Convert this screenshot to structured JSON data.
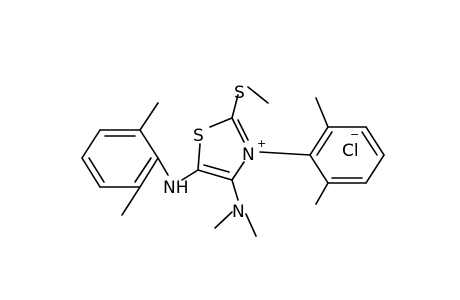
{
  "molecule": {
    "atoms": {
      "S1": "S",
      "S2": "S",
      "N1": "N",
      "N2": "N",
      "NH": "NH",
      "Cl": "Cl"
    },
    "charges": {
      "n_plus": "+",
      "cl_minus": "−"
    }
  }
}
